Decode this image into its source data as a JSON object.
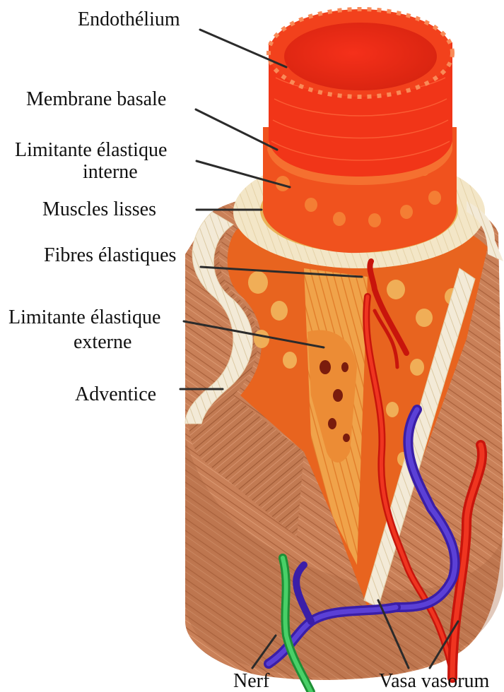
{
  "figure": {
    "labels": {
      "endothelium": "Endothélium",
      "membrane_basale": "Membrane basale",
      "limitante_interne_line1": "Limitante élastique",
      "limitante_interne_line2": "interne",
      "muscles_lisses": "Muscles lisses",
      "fibres_elastiques": "Fibres élastiques",
      "limitante_externe_line1": "Limitante élastique",
      "limitante_externe_line2": "externe",
      "adventice": "Adventice",
      "nerf": "Nerf",
      "vasa_vasorum": "Vasa vasorum"
    },
    "colors": {
      "intima": "#f2300f",
      "intima_dark": "#d8250b",
      "media": "#ee5a1c",
      "media_light": "#f4a347",
      "adventitia": "#c9835a",
      "adventitia_dark": "#a8653f",
      "adventitia_cut": "#f3eadc",
      "elastic_lamina": "#f3e2b6",
      "artery_branch": "#d4190f",
      "vein_branch": "#4a2fc2",
      "nerve": "#2fb54a"
    }
  }
}
